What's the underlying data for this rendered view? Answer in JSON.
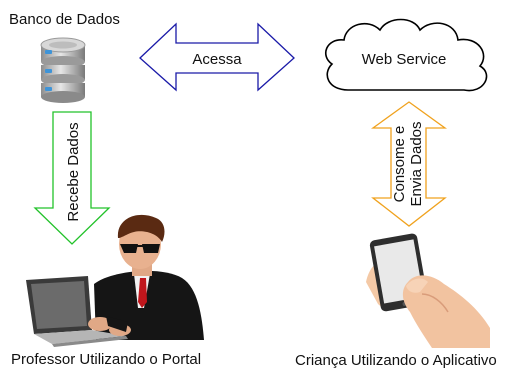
{
  "nodes": {
    "database": {
      "label": "Banco de Dados",
      "icon": "database-icon"
    },
    "web_service": {
      "label": "Web Service",
      "icon": "cloud-icon"
    },
    "teacher": {
      "label": "Professor Utilizando o Portal",
      "icon": "teacher-laptop-icon"
    },
    "child": {
      "label": "Criança Utilizando o Aplicativo",
      "icon": "hand-tablet-icon"
    }
  },
  "edges": {
    "access": {
      "label": "Acessa",
      "color": "#1a1aa8"
    },
    "receive": {
      "label": "Recebe Dados",
      "color": "#22c22a"
    },
    "consume": {
      "line1": "Consome e",
      "line2": "Envia Dados",
      "color": "#f0a21e"
    }
  }
}
